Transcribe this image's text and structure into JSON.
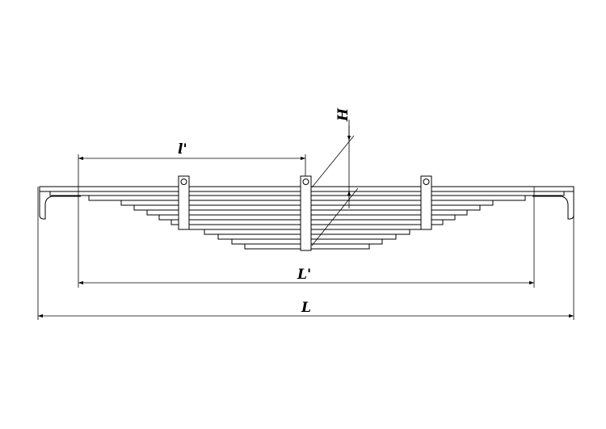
{
  "labels": {
    "height": "H",
    "half_span": "l'",
    "span": "L'",
    "total_length": "L"
  }
}
